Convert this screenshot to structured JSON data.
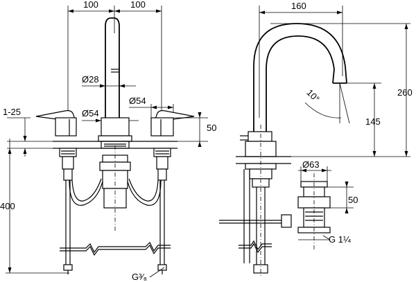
{
  "front_view": {
    "dim_spacing_left": "100",
    "dim_spacing_right": "100",
    "dim_spout_dia": "Ø28",
    "dim_body_dia_center": "Ø54",
    "dim_body_dia_right": "Ø54",
    "dim_deck_thickness": "1-25",
    "dim_handle_height": "50",
    "dim_hose_length": "400",
    "connection_thread": "G³⁄₈"
  },
  "side_view": {
    "dim_spout_reach": "160",
    "dim_total_height": "260",
    "dim_spout_outlet_height": "145",
    "dim_spout_angle": "10°",
    "dim_drain_dia": "Ø63",
    "dim_drain_height": "50",
    "drain_thread": "G 1¼"
  }
}
